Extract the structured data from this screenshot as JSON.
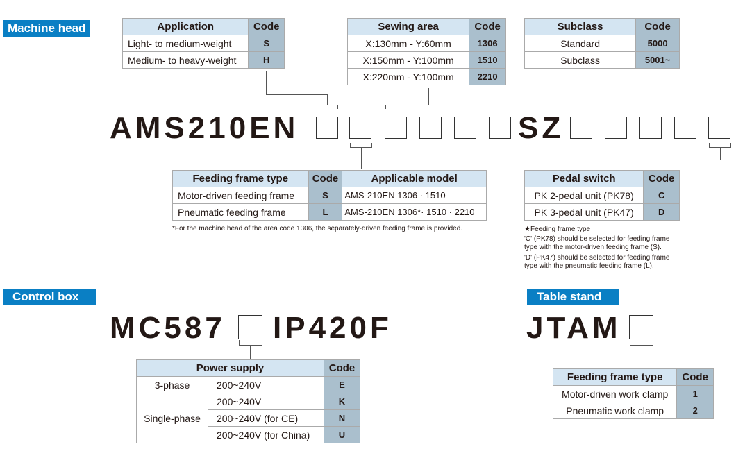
{
  "sections": {
    "machine_head": "Machine head",
    "control_box": "Control box",
    "table_stand": "Table stand"
  },
  "models": {
    "machine": {
      "prefix": "AMS210EN",
      "mid": "SZ"
    },
    "control": {
      "prefix": "MC587",
      "suffix": "IP420F"
    },
    "stand": {
      "prefix": "JTAM"
    }
  },
  "application": {
    "header": "Application",
    "code_header": "Code",
    "rows": [
      {
        "label": "Light- to medium-weight",
        "code": "S"
      },
      {
        "label": "Medium- to heavy-weight",
        "code": "H"
      }
    ]
  },
  "sewing_area": {
    "header": "Sewing area",
    "code_header": "Code",
    "rows": [
      {
        "label": "X:130mm - Y:60mm",
        "code": "1306"
      },
      {
        "label": "X:150mm - Y:100mm",
        "code": "1510"
      },
      {
        "label": "X:220mm - Y:100mm",
        "code": "2210"
      }
    ]
  },
  "subclass": {
    "header": "Subclass",
    "code_header": "Code",
    "rows": [
      {
        "label": "Standard",
        "code": "5000"
      },
      {
        "label": "Subclass",
        "code": "5001~"
      }
    ]
  },
  "feeding_frame": {
    "header": "Feeding frame type",
    "code_header": "Code",
    "model_header": "Applicable model",
    "rows": [
      {
        "label": "Motor-driven feeding frame",
        "code": "S",
        "model": "AMS-210EN 1306 · 1510"
      },
      {
        "label": "Pneumatic feeding frame",
        "code": "L",
        "model": "AMS-210EN 1306*· 1510 · 2210"
      }
    ],
    "note": "*For the machine head of the area code 1306, the separately-driven feeding frame is provided."
  },
  "pedal_switch": {
    "header": "Pedal switch",
    "code_header": "Code",
    "rows": [
      {
        "label": "PK 2-pedal unit (PK78)",
        "code": "C"
      },
      {
        "label": "PK 3-pedal unit (PK47)",
        "code": "D"
      }
    ],
    "notes": [
      "★Feeding frame type",
      "'C' (PK78) should be selected for feeding frame",
      "type with the motor-driven feeding frame (S).",
      "'D' (PK47) should be selected for feeding frame",
      "type with the pneumatic feeding frame (L)."
    ]
  },
  "power_supply": {
    "header": "Power supply",
    "code_header": "Code",
    "three_phase": "3-phase",
    "single_phase": "Single-phase",
    "rows": [
      {
        "voltage": "200~240V",
        "code": "E"
      },
      {
        "voltage": "200~240V",
        "code": "K"
      },
      {
        "voltage": "200~240V (for CE)",
        "code": "N"
      },
      {
        "voltage": "200~240V (for China)",
        "code": "U"
      }
    ]
  },
  "stand_frame": {
    "header": "Feeding frame type",
    "code_header": "Code",
    "rows": [
      {
        "label": "Motor-driven work clamp",
        "code": "1"
      },
      {
        "label": "Pneumatic work clamp",
        "code": "2"
      }
    ]
  }
}
